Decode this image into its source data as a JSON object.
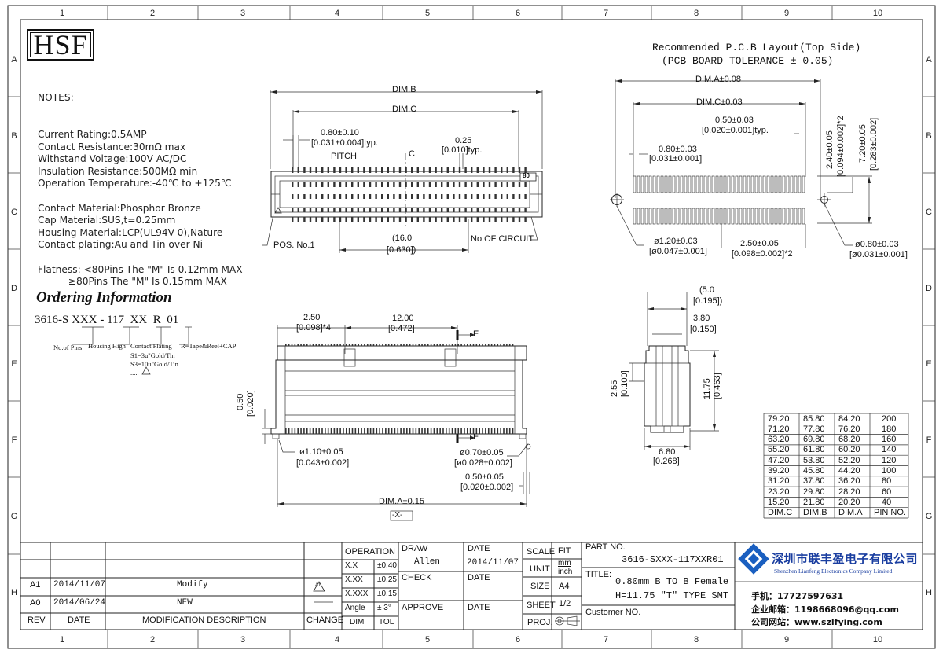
{
  "logo": "HSF",
  "ruler": {
    "columns": [
      "1",
      "2",
      "3",
      "4",
      "5",
      "6",
      "7",
      "8",
      "9",
      "10"
    ],
    "rows": [
      "A",
      "B",
      "C",
      "D",
      "E",
      "F",
      "G",
      "H"
    ]
  },
  "notes": {
    "heading": "NOTES:",
    "lines": [
      "Current Rating:0.5AMP",
      "Contact Resistance:30mΩ max",
      "Withstand Voltage:100V AC/DC",
      "Insulation Resistance:500MΩ min",
      "Operation Temperature:-40℃ to +125℃",
      "",
      "Contact Material:Phosphor Bronze",
      "Cap Material:SUS,t=0.25mm",
      "Housing Material:LCP(UL94V-0),Nature",
      "Contact plating:Au and Tin over Ni",
      "",
      "Flatness: <80Pins The \"M\" Is 0.12mm MAX",
      "          ≥80Pins The \"M\" Is 0.15mm MAX"
    ]
  },
  "ordering": {
    "title": "Ordering Information",
    "part_number": "3616-S XXX - 117  XX  R  01",
    "no_of_pins": "No.of Pins",
    "housing_high": "Housing High",
    "contact_plating": "Contact Plating",
    "plating_s1": "S1=3u\"Gold/Tin",
    "plating_s3": "S3=10u\"Gold/Tin",
    "plating_more": "..... ",
    "tape_reel": "R=Tape&Reel+CAP"
  },
  "top_view": {
    "dim_b": "DIM.B",
    "dim_c": "DIM.C",
    "pitch_val": "0.80±0.10",
    "pitch_inch": "[0.031±0.004]typ.",
    "pitch": "PITCH",
    "cl": "C",
    "w025": "0.25",
    "w025_inch": "[0.010]typ.",
    "pin80": "80",
    "pos1": "POS. No.1",
    "w16": "(16.0",
    "w16_inch": "[0.630])",
    "no_circuit": "No.OF CIRCUIT"
  },
  "pcb_layout": {
    "title": "Recommended P.C.B Layout(Top Side)",
    "tolerance": "(PCB BOARD TOLERANCE ± 0.05)",
    "dim_a": "DIM.A±0.08",
    "dim_c": "DIM.C±0.03",
    "p050": "0.50±0.03",
    "p050_inch": "[0.020±0.001]typ.",
    "p080": "0.80±0.03",
    "p080_inch": "[0.031±0.001]",
    "v240": "2.40±0.05",
    "v240_inch": "[0.094±0.002]*2",
    "v720": "7.20±0.05",
    "v720_inch": "[0.283±0.002]",
    "d120": "ø1.20±0.03",
    "d120_inch": "[ø0.047±0.001]",
    "p250": "2.50±0.05",
    "p250_inch": "[0.098±0.002]*2",
    "d080": "ø0.80±0.03",
    "d080_inch": "[ø0.031±0.001]"
  },
  "front_view": {
    "w250": "2.50",
    "w250_inch": "[0.098]*4",
    "w1200": "12.00",
    "w1200_inch": "[0.472]",
    "e": "E",
    "h050": "0.50",
    "h050_inch": "[0.020]",
    "d110": "ø1.10±0.05",
    "d110_inch": "[0.043±0.002]",
    "d070": "ø0.70±0.05",
    "d070_inch": "[ø0.028±0.002]",
    "p050": "0.50±0.05",
    "p050_inch": "[0.020±0.002]",
    "dim_a": "DIM.A±0.15",
    "x_datum": "-X-"
  },
  "side_view": {
    "w50": "(5.0",
    "w50_inch": "[0.195])",
    "w380": "3.80",
    "w380_inch": "[0.150]",
    "h255": "2.55",
    "h255_inch": "[0.100]",
    "h1175": "11.75",
    "h1175_inch": "[0.463]",
    "w680": "6.80",
    "w680_inch": "[0.268]"
  },
  "dim_table": {
    "headers": [
      "DIM.C",
      "DIM.B",
      "DIM.A",
      "PIN NO."
    ],
    "rows": [
      [
        "79.20",
        "85.80",
        "84.20",
        "200"
      ],
      [
        "71.20",
        "77.80",
        "76.20",
        "180"
      ],
      [
        "63.20",
        "69.80",
        "68.20",
        "160"
      ],
      [
        "55.20",
        "61.80",
        "60.20",
        "140"
      ],
      [
        "47.20",
        "53.80",
        "52.20",
        "120"
      ],
      [
        "39.20",
        "45.80",
        "44.20",
        "100"
      ],
      [
        "31.20",
        "37.80",
        "36.20",
        "80"
      ],
      [
        "23.20",
        "29.80",
        "28.20",
        "60"
      ],
      [
        "15.20",
        "21.80",
        "20.20",
        "40"
      ]
    ]
  },
  "title_block": {
    "revisions": [
      {
        "rev": "A1",
        "date": "2014/11/07",
        "desc": "Modify",
        "change": "A1"
      },
      {
        "rev": "A0",
        "date": "2014/06/24",
        "desc": "NEW",
        "change": ""
      }
    ],
    "rev_header": "REV",
    "date_header": "DATE",
    "desc_header": "MODIFICATION DESCRIPTION",
    "change_header": "CHANGE",
    "operation": "OPERATION",
    "tolerances": [
      {
        "k": "X.X",
        "v": "±0.40"
      },
      {
        "k": "X.XX",
        "v": "±0.25"
      },
      {
        "k": "X.XXX",
        "v": "±0.15"
      },
      {
        "k": "Angle",
        "v": "± 3°"
      }
    ],
    "dim": "DIM",
    "tol": "TOL",
    "draw": "DRAW",
    "draw_name": "Allen",
    "date_label": "DATE",
    "draw_date": "2014/11/07",
    "check": "CHECK",
    "approve": "APPROVE",
    "scale": "SCALE",
    "scale_val": "FIT",
    "unit": "UNIT",
    "unit_mm": "mm",
    "unit_inch": "inch",
    "size": "SIZE",
    "size_val": "A4",
    "sheet": "SHEET",
    "sheet_val": "1/2",
    "proj": "PROJ.",
    "part_no": "PART NO.",
    "part_no_val": "3616-SXXX-117XXR01",
    "title_label": "TITLE:",
    "title_line1": "0.80mm B TO B Female",
    "title_line2": "H=11.75 \"T\" TYPE SMT",
    "customer": "Customer NO.",
    "company_cn": "深圳市联丰盈电子有限公司",
    "company_en": "Shenzhen Lianfeng Electronics Company Limited",
    "phone": "手机：17727597631",
    "email": "企业邮箱：1198668096@qq.com",
    "website": "公司网站：www.szlfying.com"
  }
}
